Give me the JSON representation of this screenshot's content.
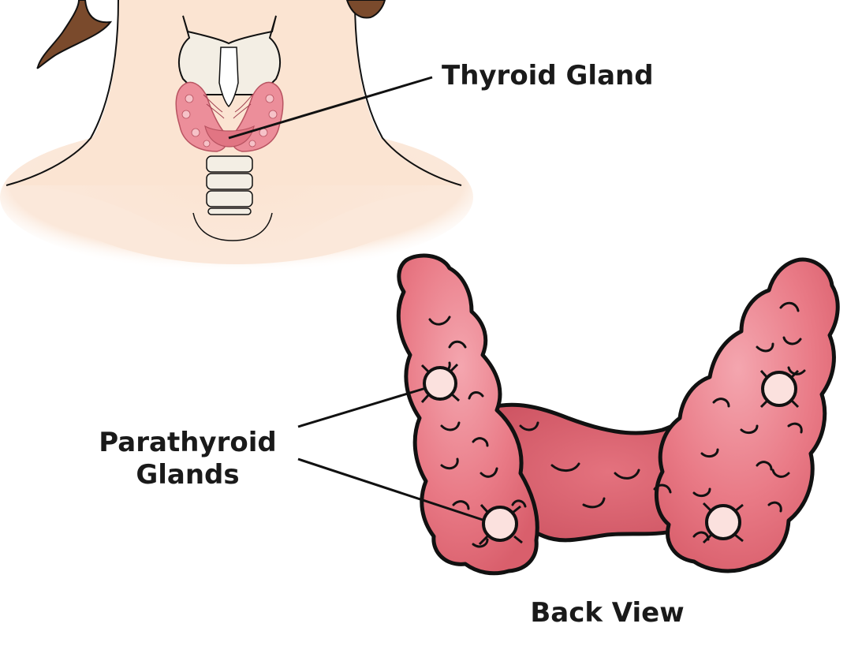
{
  "labels": {
    "thyroid": "Thyroid Gland",
    "parathyroid_line1": "Parathyroid",
    "parathyroid_line2": "Glands",
    "back_view": "Back View"
  },
  "colors": {
    "skin": "#fbe4d2",
    "hair": "#7a4a2c",
    "gland": "#e97a86",
    "gland_dark": "#d65c68",
    "parathyroid": "#fbe1de",
    "cartilage": "#f3eee4",
    "outline": "#111111"
  }
}
